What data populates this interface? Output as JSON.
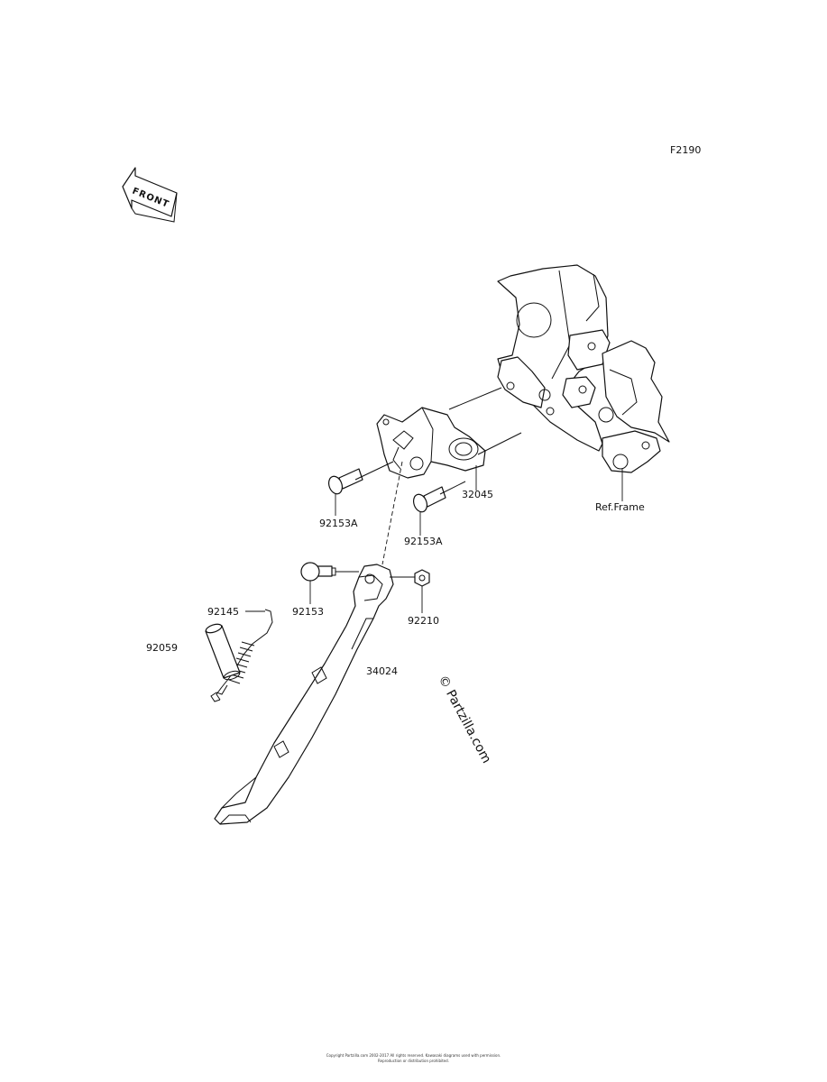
{
  "diagram_code": "F2190",
  "front_badge": "FRONT",
  "watermark": "© Partzilla.com",
  "labels": {
    "p32045": "32045",
    "ref_frame": "Ref.Frame",
    "p92153a_left": "92153A",
    "p92153a_right": "92153A",
    "p92153": "92153",
    "p92210": "92210",
    "p92145": "92145",
    "p92059": "92059",
    "p34024": "34024"
  },
  "copyright": {
    "line1": "Copyright Partzilla.com 2002-2017 All rights reserved. Kawasaki diagrams used with permission.",
    "line2": "Reproduction or distribution prohibited."
  }
}
